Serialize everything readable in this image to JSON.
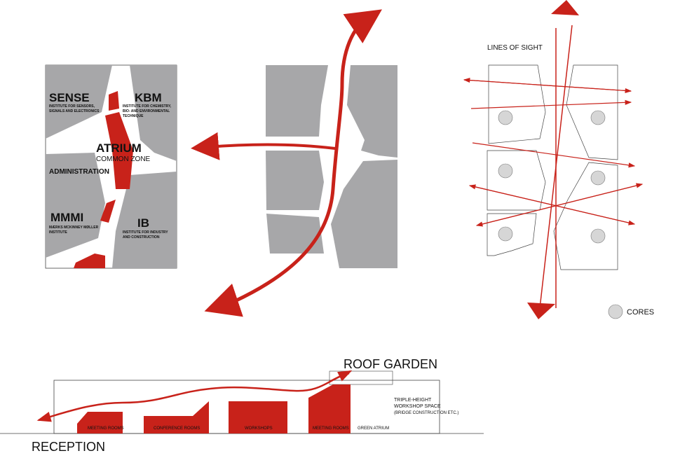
{
  "colors": {
    "accent_red": "#c8221a",
    "block_gray": "#a7a7a9",
    "core_gray": "#d6d6d6"
  },
  "plan": {
    "sense": {
      "title": "SENSE",
      "sub1": "INSTITUTE FOR SENSORS,",
      "sub2": "SIGNALS AND ELECTRONICS"
    },
    "kbm": {
      "title": "KBM",
      "sub1": "INSTITUTE FOR CHEMISTRY,",
      "sub2": "BIO- AND ENVIRONMENTAL",
      "sub3": "TECHNIQUE"
    },
    "atrium": {
      "title": "ATRIUM",
      "sub": "COMMON ZONE"
    },
    "administration": "ADMINISTRATION",
    "mmmi": {
      "title": "MMMI",
      "sub1": "MÆRKS MCKINNEY MØLLER",
      "sub2": "INSTITUTE"
    },
    "ib": {
      "title": "IB",
      "sub1": "INSTITUTE FOR INDUSTRY",
      "sub2": "AND CONSTRUCTION"
    }
  },
  "sight": {
    "title": "LINES OF SIGHT",
    "legend": "CORES"
  },
  "section": {
    "roof_garden": "ROOF GARDEN",
    "reception": "RECEPTION",
    "rooms": [
      "MEETING ROOMS",
      "CONFERENCE ROOMS",
      "WORKSHOPS",
      "MEETING ROOMS"
    ],
    "green_atrium": "GREEN ATRIUM",
    "workshop_1": "TRIPLE-HEIGHT",
    "workshop_2": "WORKSHOP SPACE",
    "workshop_3": "(BRIDGE CONSTRUCTION ETC.)"
  }
}
